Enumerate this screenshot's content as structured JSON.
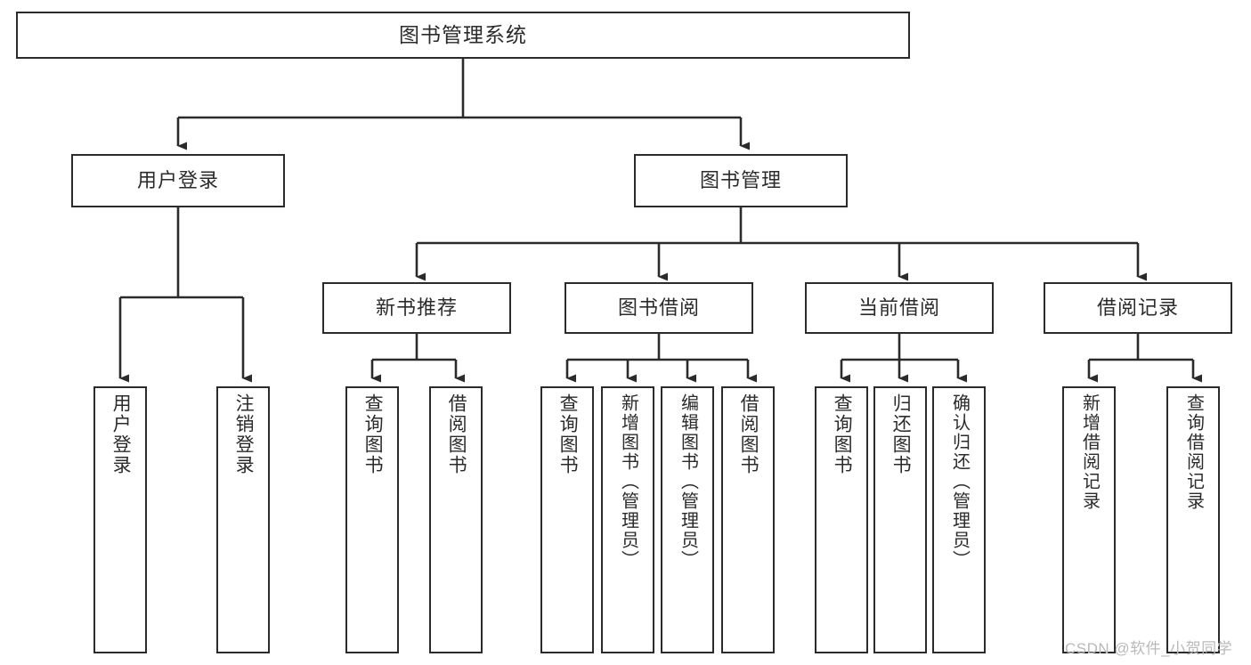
{
  "diagram": {
    "title": "图书管理系统",
    "type": "function-structure-tree",
    "orientation": "top-down",
    "colors": {
      "box_border": "#2b2b2b",
      "box_fill": "#ffffff",
      "edge": "#2b2b2b",
      "text": "#2b2b2b",
      "watermark": "#b9b9b9",
      "background": "#ffffff"
    }
  },
  "nodes": {
    "root": {
      "label": "图书管理系统",
      "level": 1
    },
    "level2": [
      {
        "id": "user-login",
        "label": "用户登录"
      },
      {
        "id": "book-manage",
        "label": "图书管理"
      }
    ],
    "level3": [
      {
        "id": "new-book-recommend",
        "label": "新书推荐"
      },
      {
        "id": "book-borrow",
        "label": "图书借阅"
      },
      {
        "id": "current-borrow",
        "label": "当前借阅"
      },
      {
        "id": "borrow-record",
        "label": "借阅记录"
      }
    ],
    "leaves": {
      "user-login": [
        {
          "id": "leaf-user-login",
          "label": "用户登录"
        },
        {
          "id": "leaf-logout-login",
          "label": "注销登录"
        }
      ],
      "new-book-recommend": [
        {
          "id": "leaf-query-book-1",
          "label": "查询图书"
        },
        {
          "id": "leaf-borrow-book-1",
          "label": "借阅图书"
        }
      ],
      "book-borrow": [
        {
          "id": "leaf-query-book-2",
          "label": "查询图书"
        },
        {
          "id": "leaf-add-book",
          "label": "新增图书（管理员）"
        },
        {
          "id": "leaf-edit-book",
          "label": "编辑图书（管理员）"
        },
        {
          "id": "leaf-borrow-book-2",
          "label": "借阅图书"
        }
      ],
      "current-borrow": [
        {
          "id": "leaf-query-book-3",
          "label": "查询图书"
        },
        {
          "id": "leaf-return-book",
          "label": "归还图书"
        },
        {
          "id": "leaf-confirm-return",
          "label": "确认归还（管理员）"
        }
      ],
      "borrow-record": [
        {
          "id": "leaf-add-record",
          "label": "新增借阅记录"
        },
        {
          "id": "leaf-query-record",
          "label": "查询借阅记录"
        }
      ]
    }
  },
  "watermark": {
    "text": "CSDN @软件_小贺同学"
  }
}
